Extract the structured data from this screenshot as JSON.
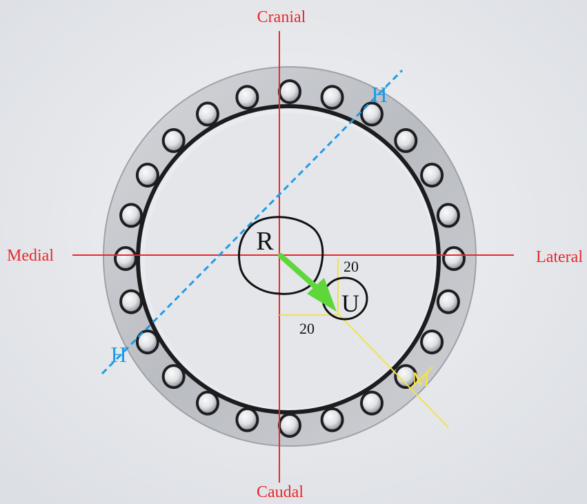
{
  "axes": {
    "top": "Cranial",
    "bottom": "Caudal",
    "left": "Medial",
    "right": "Lateral"
  },
  "markers": {
    "rotation_center": "R",
    "ulna_point": "U",
    "offset_x": "20",
    "offset_y": "20"
  },
  "lines": {
    "h_label": "H",
    "m_label": "M"
  },
  "colors": {
    "axis": "#e8272a",
    "h_line": "#1e9be8",
    "m_line": "#f3e24a",
    "arrow": "#5fd63a",
    "ring": "#c9cbcf",
    "background": "#e6e8ec"
  },
  "ring": {
    "hole_count": 24
  }
}
